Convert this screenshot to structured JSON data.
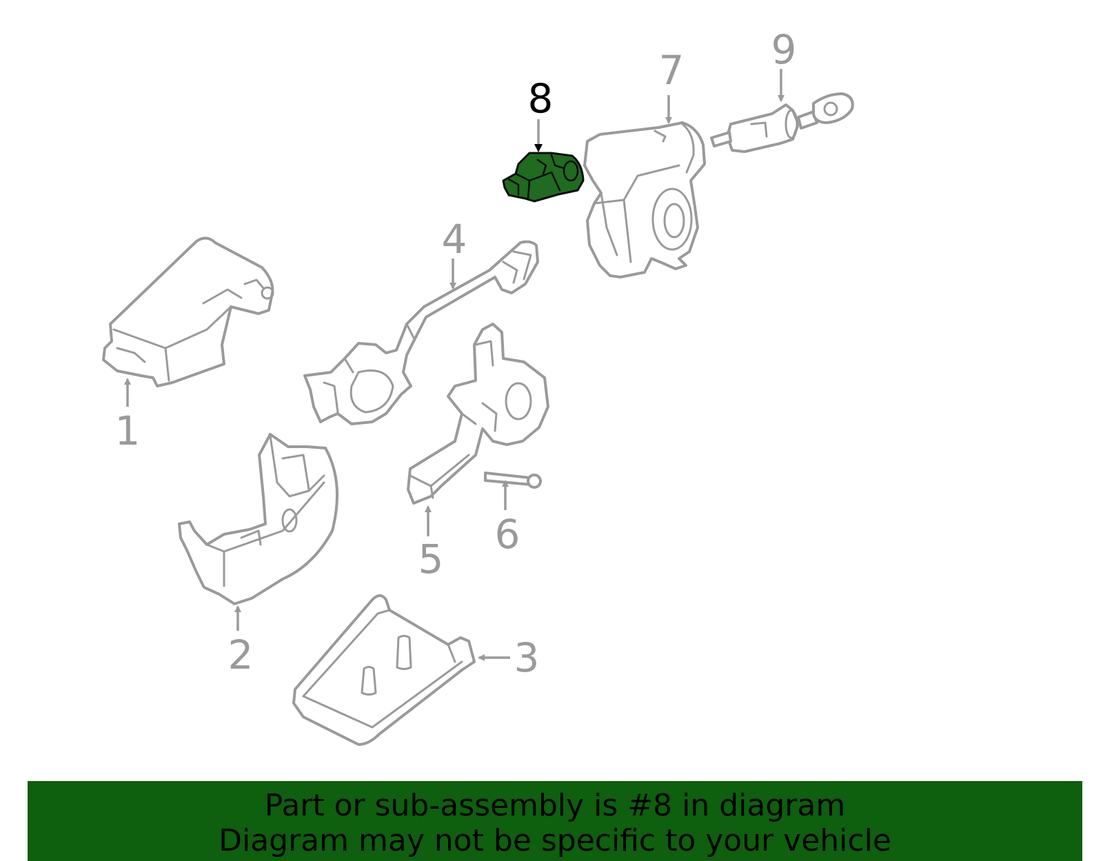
{
  "callouts": {
    "c1": "1",
    "c2": "2",
    "c3": "3",
    "c4": "4",
    "c5": "5",
    "c6": "6",
    "c7": "7",
    "c8": "8",
    "c9": "9"
  },
  "highlighted_part": "8",
  "colors": {
    "highlight_fill": "#1f6b1f",
    "banner_bg": "#0e5f0e",
    "part_stroke": "#9a9a9a"
  },
  "banner": {
    "line1": "Part or sub-assembly is #8 in diagram",
    "line2": "Diagram may not be specific to your vehicle"
  }
}
